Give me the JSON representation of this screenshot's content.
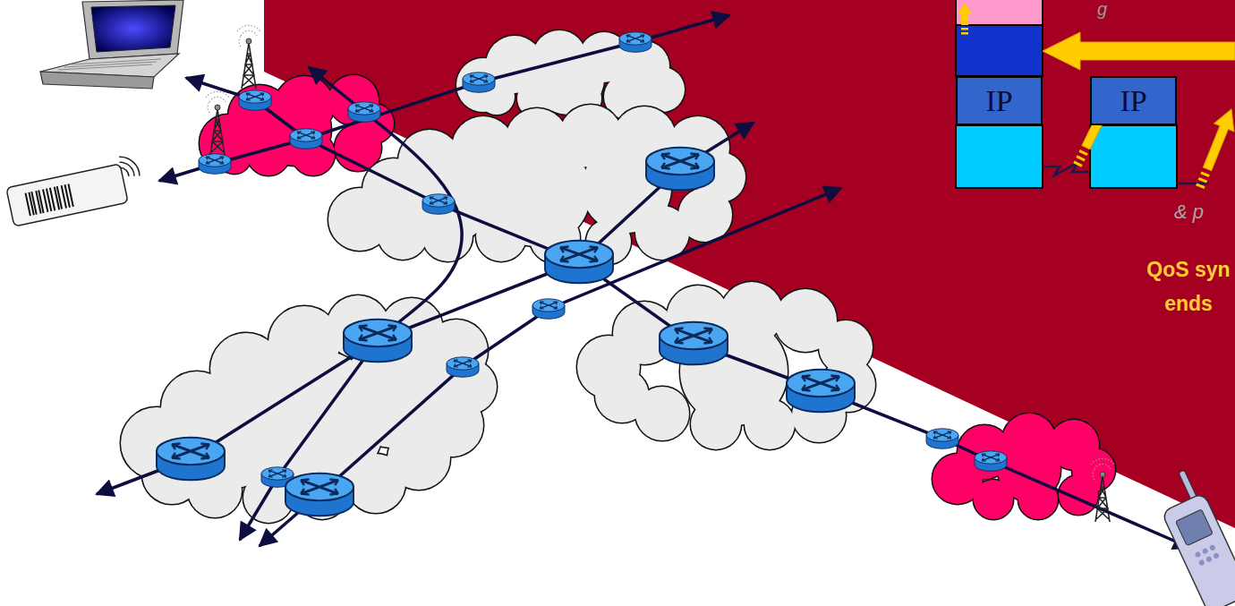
{
  "diagram": {
    "nodes": [
      {
        "text": [
          "IP"
        ]
      },
      {
        "text": [
          "IP"
        ]
      }
    ],
    "labels": [
      "g",
      "& p",
      "QoS syn ends"
    ]
  }
}
